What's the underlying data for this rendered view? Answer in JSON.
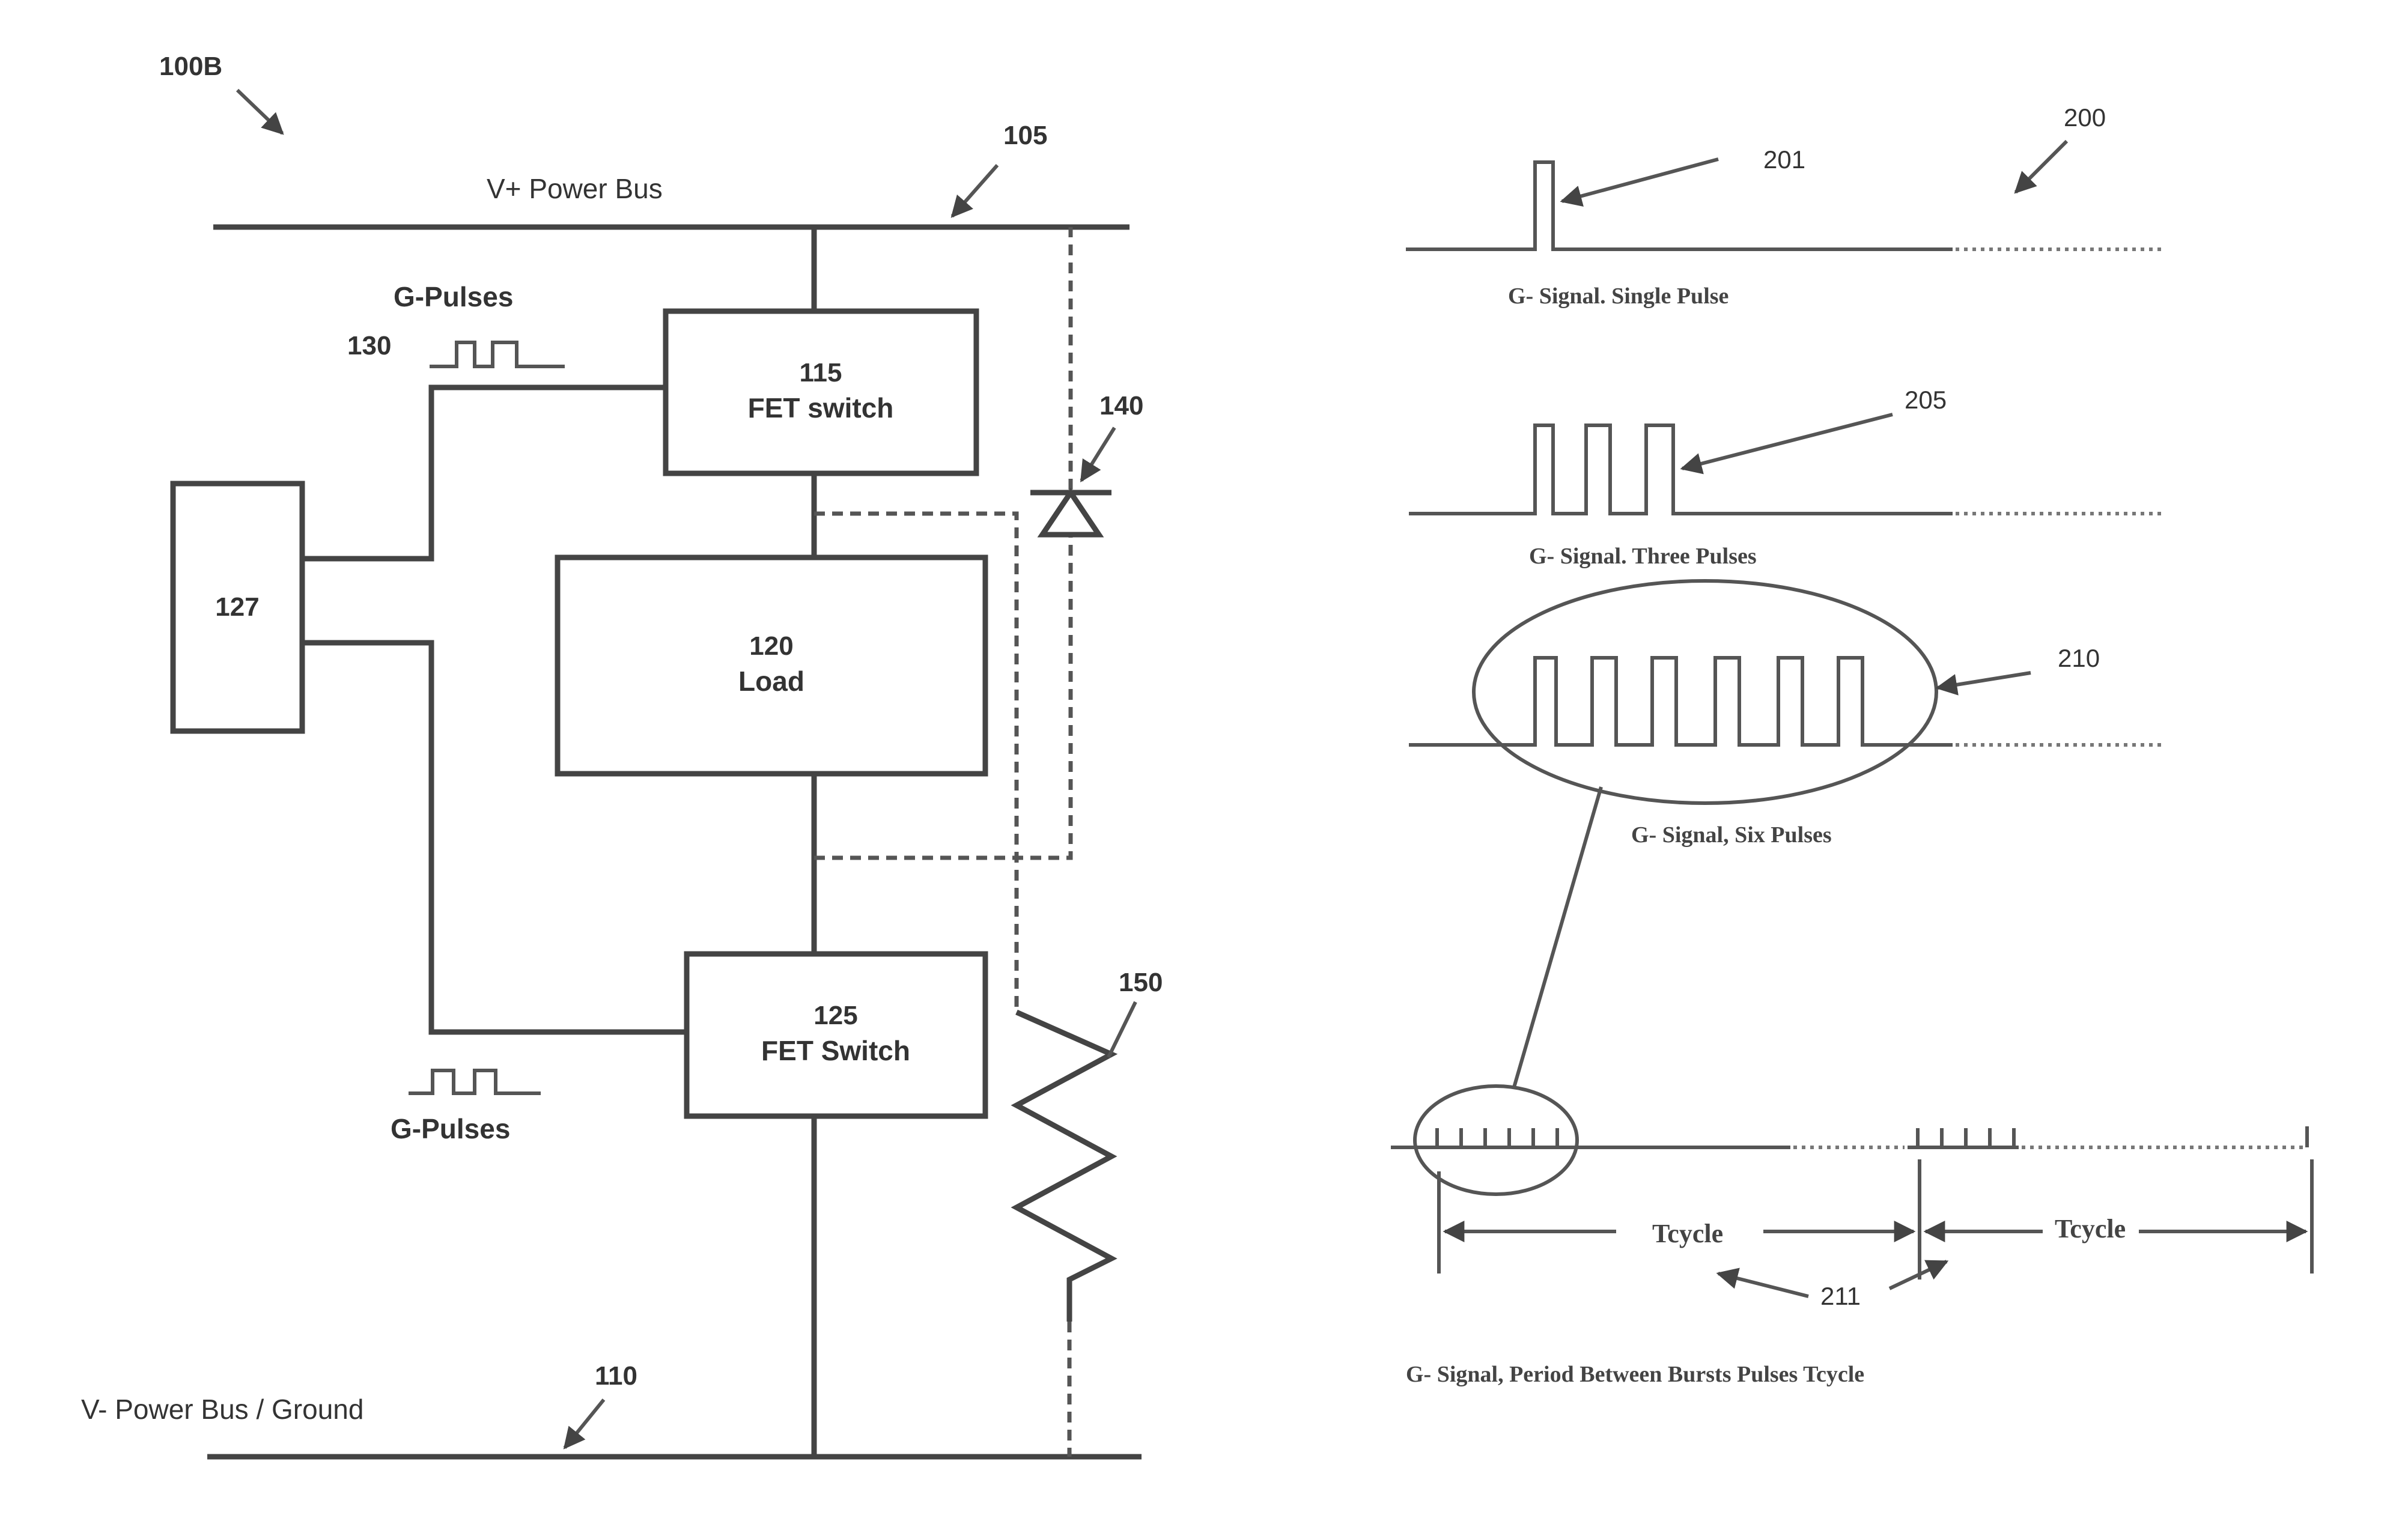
{
  "circuit": {
    "ref": "100B",
    "vplus_label": "V+ Power Bus",
    "vplus_ref": "105",
    "vminus_label": "V- Power Bus / Ground",
    "vminus_ref": "110",
    "gpulses_top_label": "G-Pulses",
    "gpulses_top_ref": "130",
    "gpulses_bottom_label": "G-Pulses",
    "controller_ref": "127",
    "fet_top_ref": "115",
    "fet_top_label": "FET switch",
    "load_ref": "120",
    "load_label": "Load",
    "fet_bottom_ref": "125",
    "fet_bottom_label": "FET Switch",
    "diode_ref": "140",
    "resistor_ref": "150"
  },
  "waveforms": {
    "ref": "200",
    "single_ref": "201",
    "single_caption": "G- Signal. Single Pulse",
    "three_ref": "205",
    "three_caption": "G- Signal. Three Pulses",
    "six_ref": "210",
    "six_caption": "G- Signal, Six Pulses",
    "period_label_1": "Tcycle",
    "period_label_2": "Tcycle",
    "period_ref": "211",
    "burst_caption": "G- Signal, Period Between Bursts Pulses Tcycle"
  },
  "colors": {
    "line": "#444444",
    "background": "#ffffff"
  }
}
